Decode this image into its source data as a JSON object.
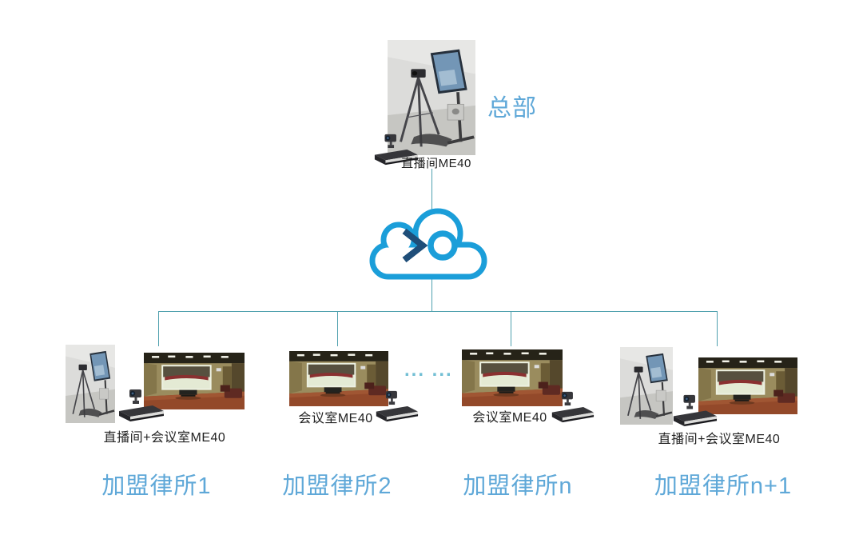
{
  "hq": {
    "caption": "直播间ME40",
    "label": "总部"
  },
  "network": {
    "ellipsis": "... ..."
  },
  "branches": [
    {
      "caption": "直播间+会议室ME40",
      "label": "加盟律所1"
    },
    {
      "caption": "会议室ME40",
      "label": "加盟律所2"
    },
    {
      "caption": "会议室ME40",
      "label": "加盟律所n"
    },
    {
      "caption": "直播间+会议室ME40",
      "label": "加盟律所n+1"
    }
  ],
  "colors": {
    "cloud_blue": "#1B9ED9",
    "chevron_navy": "#1F4E79",
    "label_blue": "#5FA8D8",
    "line_teal": "#4FA0AE",
    "caption_dark": "#222222",
    "background": "#FFFFFF"
  }
}
